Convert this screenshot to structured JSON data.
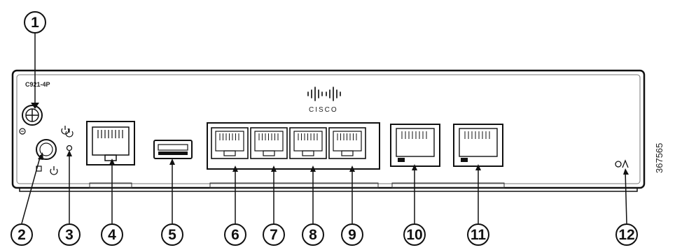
{
  "device": {
    "model_label": "C921-4P",
    "brand": "CISCO",
    "figure_id": "367565"
  },
  "callouts": [
    "1",
    "2",
    "3",
    "4",
    "5",
    "6",
    "7",
    "8",
    "9",
    "10",
    "11",
    "12"
  ],
  "icons": {
    "ground": "ground-screw-icon",
    "power_button": "power-button-icon",
    "power_led": "power-led-icon",
    "console_port": "rj45-port-icon",
    "usb_port": "usb-port-icon",
    "switch_ports": "rj45-port-icon",
    "wan_ports": "sfp-rj45-port-icon",
    "kensington": "lock-icon"
  }
}
